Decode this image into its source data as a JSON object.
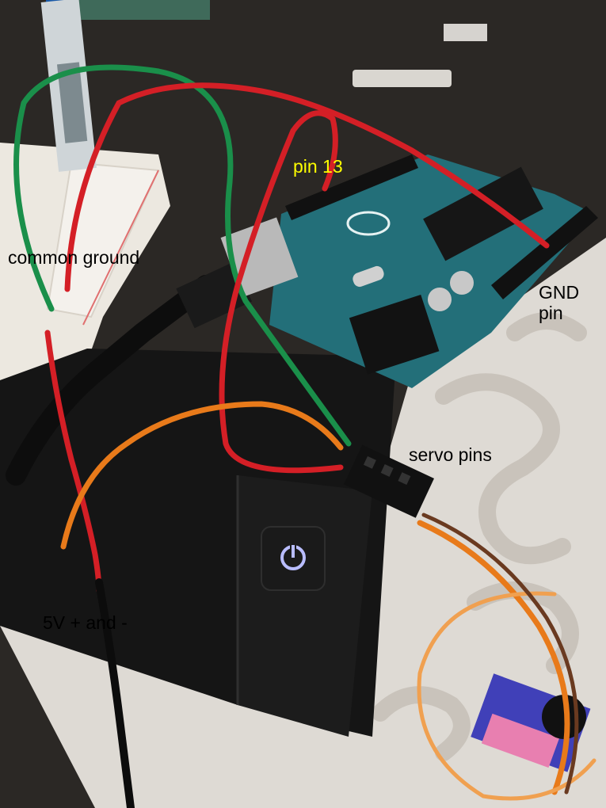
{
  "annotations": {
    "common_ground": "common ground",
    "pin13": "pin 13",
    "gnd_pin": "GND\npin",
    "servo_pins": "servo pins",
    "power": "5V + and -"
  },
  "colors": {
    "label_dark": "#000000",
    "label_yellow": "#ffff00",
    "wire_red": "#d41f26",
    "wire_green": "#1a8f4a",
    "wire_orange": "#e87a1a",
    "board_teal": "#1f6f7a",
    "breadboard": "#ece8e0",
    "case_black": "#121212",
    "tablecloth": "#e8e4df",
    "servo_blue": "#3a3aa8",
    "power_glow": "#9aa0ff"
  },
  "icons": {
    "power_button": "power-icon"
  }
}
